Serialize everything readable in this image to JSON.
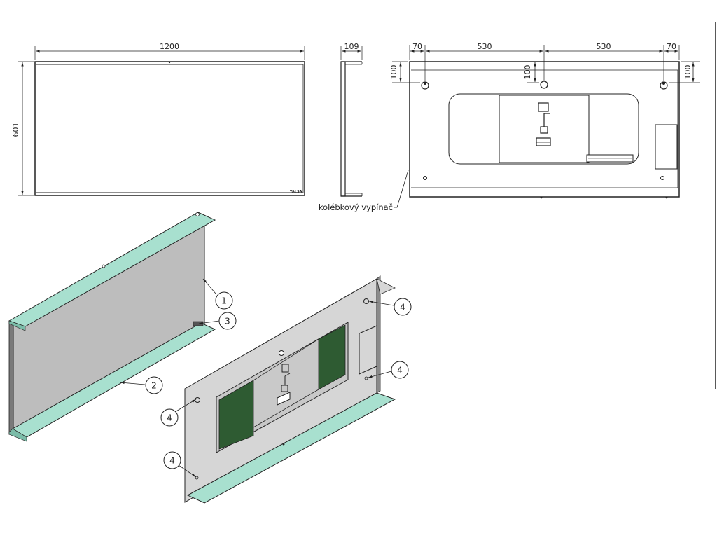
{
  "front_view": {
    "width_label": "1200",
    "height_label": "601",
    "maker_mark": "TALSA"
  },
  "side_view": {
    "depth_label": "109"
  },
  "back_view": {
    "top_dims": [
      "70",
      "530",
      "530",
      "70"
    ],
    "vertical_dims": [
      "100",
      "100",
      "100"
    ],
    "switch_label": "kolébkový vypínač"
  },
  "balloons": [
    "1",
    "2",
    "3",
    "4",
    "4",
    "4",
    "4"
  ],
  "colors": {
    "line": "#222222",
    "glass": "#a8e0cf",
    "panel": "#bdbdbd",
    "board": "#2e5b32",
    "steel": "#d6d6d6"
  }
}
